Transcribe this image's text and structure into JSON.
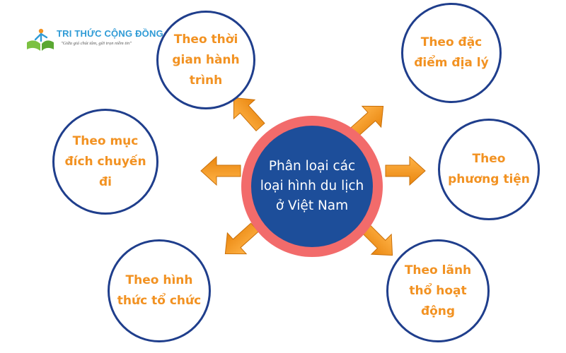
{
  "logo": {
    "name": "TRI THỨC CỘNG ĐỒNG",
    "slogan": "\"Giữa giá chút tâm, gửi trọn niềm tin\""
  },
  "center": {
    "text": "Phân loại các loại hình du lịch ở Việt Nam"
  },
  "nodes": [
    {
      "text": "Theo thời gian hành trình"
    },
    {
      "text": "Theo đặc điểm địa lý"
    },
    {
      "text": "Theo mục đích chuyến đi"
    },
    {
      "text": "Theo phương tiện"
    },
    {
      "text": "Theo hình thức tổ chức"
    },
    {
      "text": "Theo lãnh thổ hoạt động"
    }
  ],
  "colors": {
    "center_fill": "#1d4e9a",
    "center_ring": "#f26b6b",
    "node_border": "#1f3e8c",
    "node_text": "#f29222",
    "arrow": "#f29a1e",
    "logo_text": "#2f9bd6"
  }
}
